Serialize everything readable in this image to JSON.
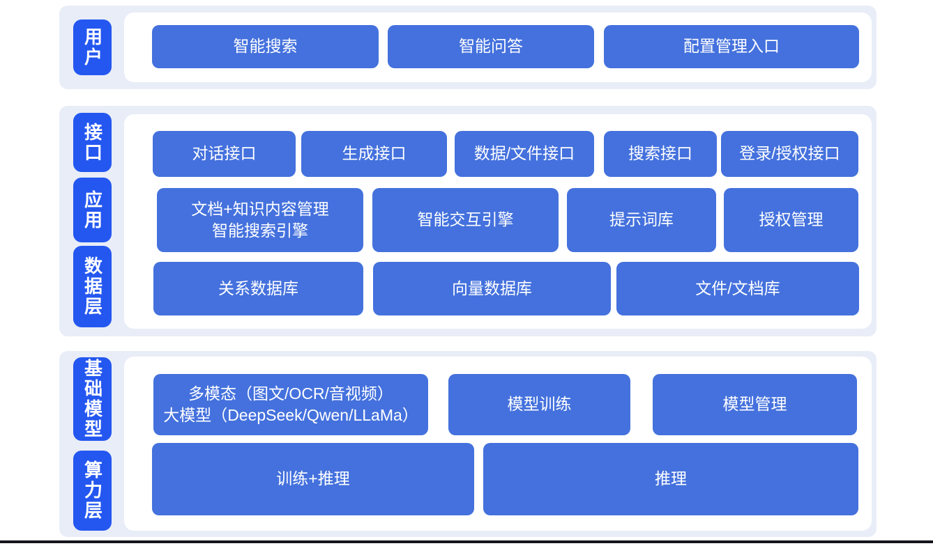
{
  "colors": {
    "layer_pill": "#2457F0",
    "box": "#4471DD",
    "section_bg": "#E8EDF7",
    "divider": "#15151D"
  },
  "groups": [
    {
      "labels": [
        "用户"
      ],
      "rows": [
        [
          "智能搜索",
          "智能问答",
          "配置管理入口"
        ]
      ]
    },
    {
      "labels": [
        "接口",
        "应用",
        "数据层"
      ],
      "rows": [
        [
          "对话接口",
          "生成接口",
          "数据/文件接口",
          "搜索接口",
          "登录/授权接口"
        ],
        [
          "文档+知识内容管理\n智能搜索引擎",
          "智能交互引擎",
          "提示词库",
          "授权管理"
        ],
        [
          "关系数据库",
          "向量数据库",
          "文件/文档库"
        ]
      ]
    },
    {
      "labels": [
        "基础模型",
        "算力层"
      ],
      "rows": [
        [
          "多模态（图文/OCR/音视频）\n大模型（DeepSeek/Qwen/LLaMa）",
          "模型训练",
          "模型管理"
        ],
        [
          "训练+推理",
          "推理"
        ]
      ]
    }
  ]
}
